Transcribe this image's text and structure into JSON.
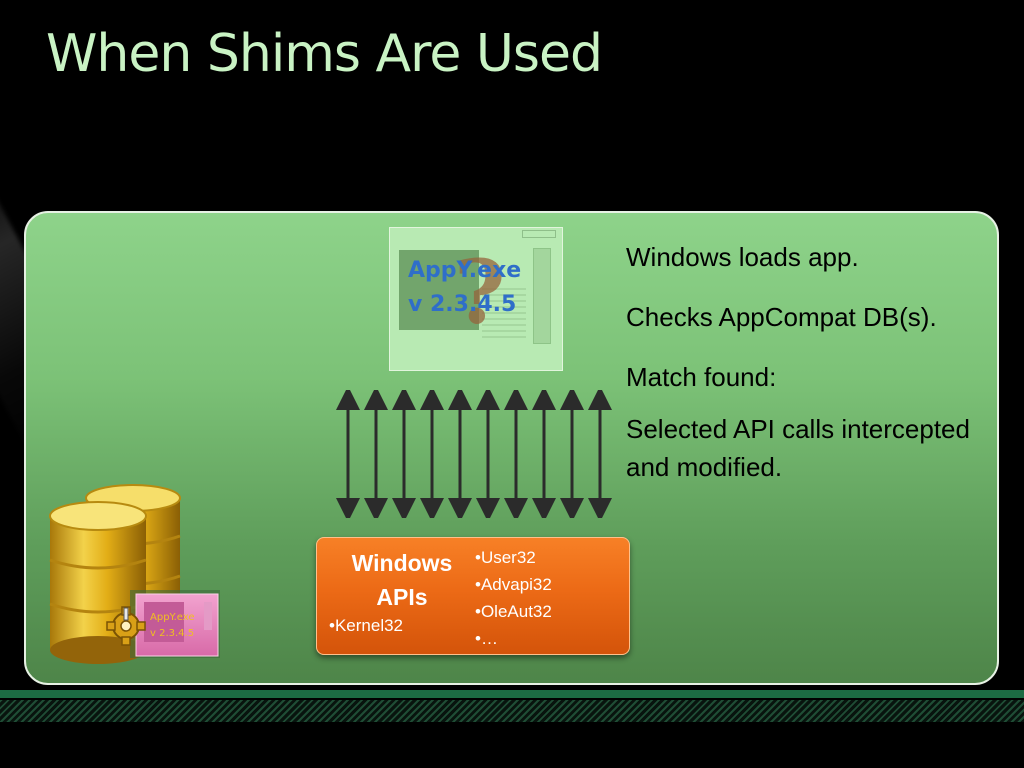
{
  "slide": {
    "title": "When Shims Are Used"
  },
  "app_window": {
    "name_line": "AppY.exe",
    "version_line": "v 2.3.4.5",
    "overlay_glyph": "?"
  },
  "steps": [
    "Windows loads app.",
    "Checks AppCompat DB(s).",
    "Match found:",
    "Selected API calls intercepted and modified."
  ],
  "windows_apis": {
    "heading": "Windows APIs",
    "left_item": "•Kernel32",
    "right_items": [
      "•User32",
      "•Advapi32",
      "•OleAut32",
      "•…"
    ]
  },
  "database_badge": {
    "name_line": "AppY.exe",
    "version_line": "v 2.3.4.5"
  },
  "colors": {
    "title": "#c9f3c4",
    "panel": "#7cc277",
    "api_box": "#ec6a16",
    "app_label": "#2f6ec9",
    "badge": "#e889c0",
    "barrel": "#e6b81d"
  },
  "icons": [
    "app-window-icon",
    "question-mark-icon",
    "database-barrel-icon",
    "gear-icon",
    "double-arrow-icon"
  ]
}
